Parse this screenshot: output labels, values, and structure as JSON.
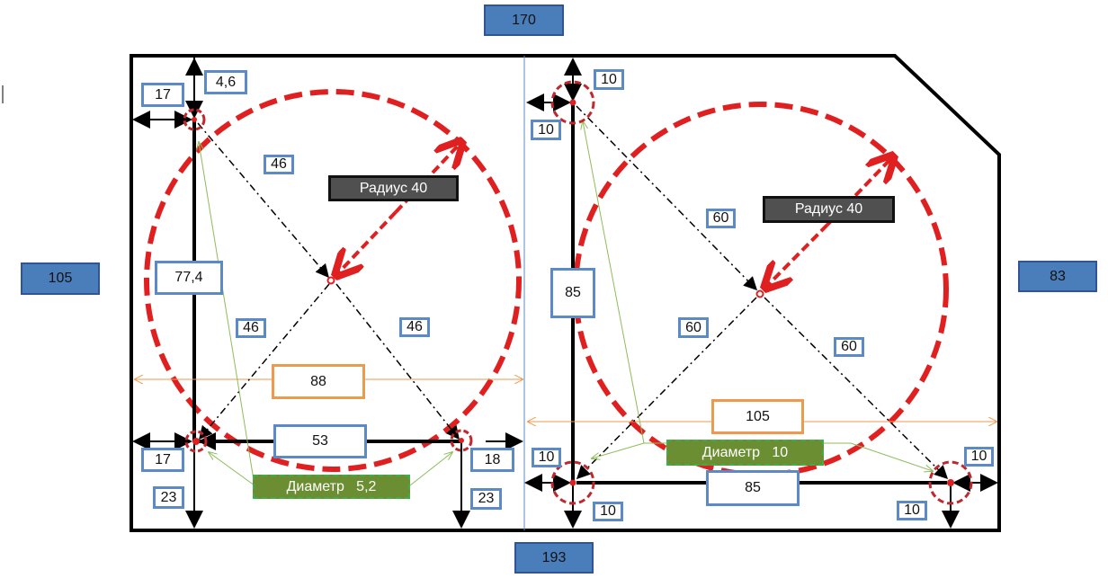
{
  "totals": {
    "top": "170",
    "left": "105",
    "right": "83",
    "bottom": "193"
  },
  "left_panel": {
    "dim_17_top": "17",
    "dim_4_6": "4,6",
    "dim_46_a": "46",
    "radius_label": "Радиус 40",
    "dim_77_4": "77,4",
    "dim_46_b": "46",
    "dim_46_c": "46",
    "width_88": "88",
    "dim_53": "53",
    "dim_17_bottom": "17",
    "dim_18": "18",
    "dim_23_left": "23",
    "dim_23_right": "23",
    "diameter_label": "Диаметр   5,2"
  },
  "right_panel": {
    "dim_10_a": "10",
    "dim_10_b": "10",
    "dim_60_a": "60",
    "radius_label": "Радиус 40",
    "dim_85_v": "85",
    "dim_60_b": "60",
    "dim_60_c": "60",
    "width_105": "105",
    "diameter_label": "Диаметр   10",
    "dim_10_c": "10",
    "dim_85_h": "85",
    "dim_10_d": "10",
    "dim_10_e": "10",
    "dim_10_f": "10"
  },
  "colors": {
    "dim_border": "#5b8ac6",
    "total_fill": "#4a7ebb",
    "circle": "#e02020",
    "width_border": "#ed9a4f",
    "diameter_fill": "#6b8e32"
  }
}
